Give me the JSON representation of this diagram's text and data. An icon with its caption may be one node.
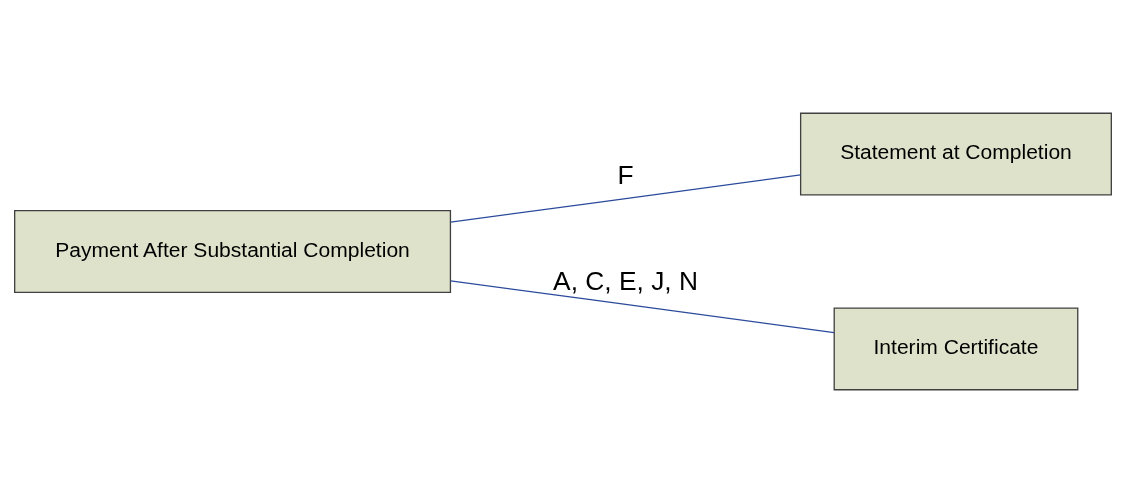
{
  "diagram": {
    "nodes": [
      {
        "text": [
          "Payment After Substantial Completion"
        ]
      },
      {
        "text": [
          "Statement at Completion"
        ]
      },
      {
        "text": [
          "Interim Certificate"
        ]
      }
    ],
    "edges": [
      {
        "from": 0,
        "to": 1,
        "arrow": "none",
        "label": "F"
      },
      {
        "from": 0,
        "to": 2,
        "arrow": "none",
        "label": "A, C, E, J, N"
      }
    ]
  }
}
